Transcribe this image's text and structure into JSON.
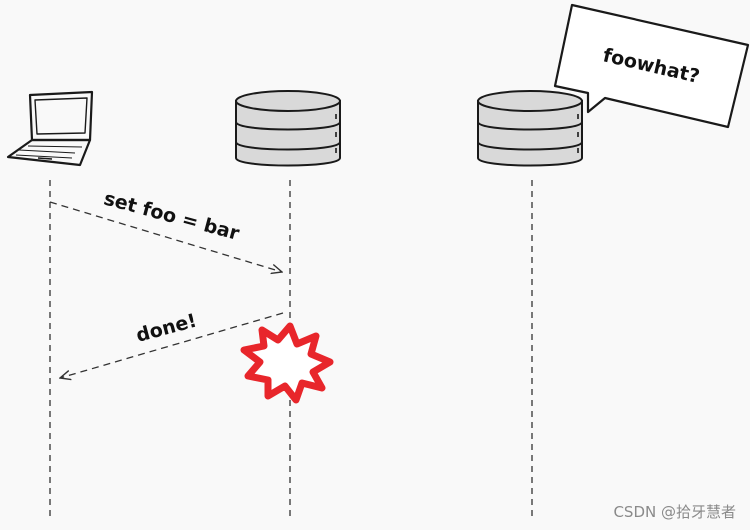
{
  "diagram": {
    "participants": [
      {
        "name": "client-laptop",
        "icon": "laptop-icon"
      },
      {
        "name": "database-primary",
        "icon": "database-icon"
      },
      {
        "name": "database-replica",
        "icon": "database-icon"
      }
    ],
    "messages": [
      {
        "label": "set foo = bar",
        "from": "client-laptop",
        "to": "database-primary"
      },
      {
        "label": "done!",
        "from": "database-primary",
        "to": "client-laptop"
      }
    ],
    "speech_bubble": {
      "text": "foowhat?",
      "participant": "database-replica"
    },
    "crash_marker": {
      "participant": "database-primary",
      "color": "#e8262b"
    },
    "line_color": "#222222"
  },
  "watermark": "CSDN @拾牙慧者"
}
